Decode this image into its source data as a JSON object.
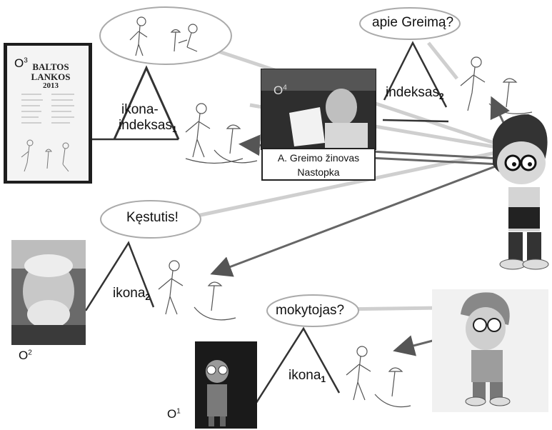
{
  "objects": {
    "o1": {
      "letter": "O",
      "index": "1"
    },
    "o2": {
      "letter": "O",
      "index": "2"
    },
    "o3": {
      "letter": "O",
      "index": "3"
    },
    "o4": {
      "letter": "O",
      "index": "4"
    }
  },
  "signs": {
    "ikona1": {
      "base": "ikona",
      "sub": "1"
    },
    "ikona2": {
      "base": "ikona",
      "sub": "2"
    },
    "ikona_indeksas1": {
      "line1": "ikona-",
      "line2": "indeksas",
      "sub": "1"
    },
    "indeksas2": {
      "base": "indeksas",
      "sub": "2"
    }
  },
  "bubbles": {
    "mokytojas": "mokytojas?",
    "kestutis": "Kęstutis!",
    "greimas": "apie Greimą?"
  },
  "photo_caption": {
    "line1": "A. Greimo žinovas",
    "line2": "Nastopka"
  },
  "poster": {
    "title1": "BALTOS",
    "title2": "LANKOS",
    "year": "2013"
  }
}
